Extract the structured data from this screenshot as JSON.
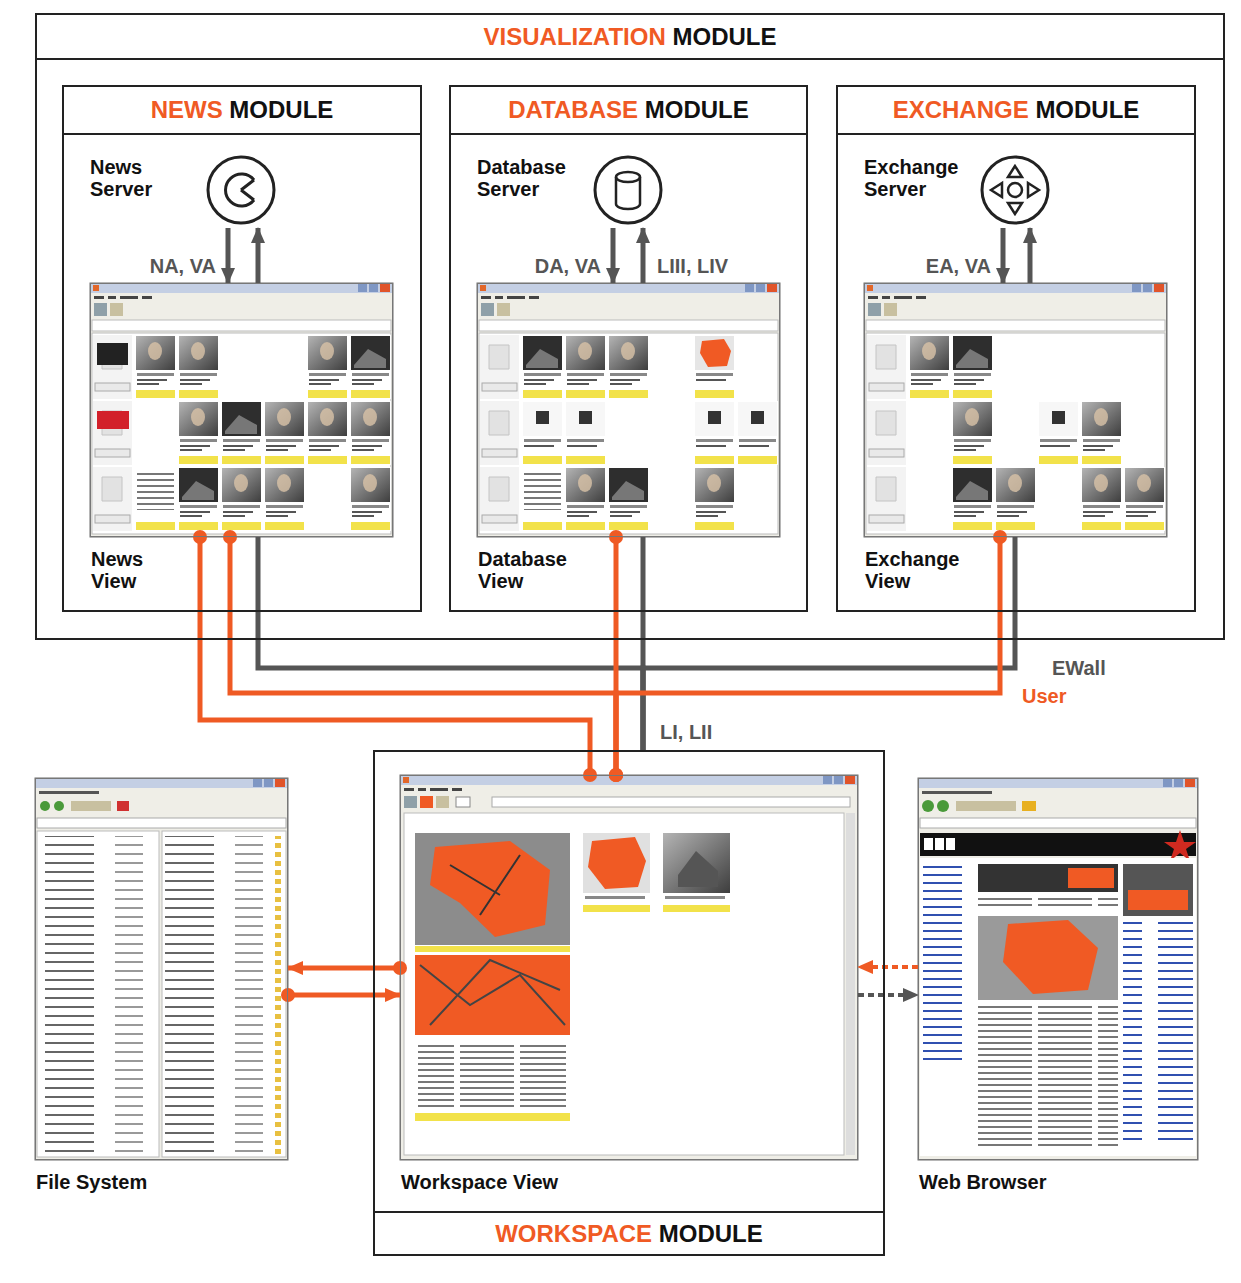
{
  "diagram": {
    "nodes": [
      {
        "text": [
          "VISUALIZATION",
          "MODULE"
        ]
      },
      {
        "text": [
          "NEWS",
          "MODULE"
        ],
        "in": 0
      },
      {
        "text": [
          "News Server"
        ],
        "in": 1
      },
      {
        "text": [
          "News View"
        ],
        "in": 1
      },
      {
        "text": [
          "DATABASE",
          "MODULE"
        ],
        "in": 0
      },
      {
        "text": [
          "Database Server"
        ],
        "in": 4
      },
      {
        "text": [
          "Database View"
        ],
        "in": 4
      },
      {
        "text": [
          "EXCHANGE",
          "MODULE"
        ],
        "in": 0
      },
      {
        "text": [
          "Exchange Server"
        ],
        "in": 7
      },
      {
        "text": [
          "Exchange View"
        ],
        "in": 7
      },
      {
        "text": [
          "WORKSPACE",
          "MODULE"
        ]
      },
      {
        "text": [
          "Workspace View"
        ],
        "in": 10
      },
      {
        "text": [
          "File System"
        ]
      },
      {
        "text": [
          "Web Browser"
        ]
      }
    ],
    "edges": [
      {
        "from": 2,
        "to": 3,
        "label": "NA, VA",
        "arrow": "to"
      },
      {
        "from": 3,
        "to": 2,
        "arrow": "to"
      },
      {
        "from": 5,
        "to": 6,
        "label": "DA, VA",
        "arrow": "to"
      },
      {
        "from": 6,
        "to": 5,
        "label": "LIII, LIV",
        "arrow": "to"
      },
      {
        "from": 8,
        "to": 9,
        "label": "EA, VA",
        "arrow": "to"
      },
      {
        "from": 9,
        "to": 8,
        "arrow": "to"
      },
      {
        "from": 3,
        "to": 10,
        "arrow": "none"
      },
      {
        "from": 6,
        "to": 10,
        "arrow": "none"
      },
      {
        "from": 9,
        "to": 10,
        "arrow": "none"
      },
      {
        "from": 3,
        "to": 11,
        "arrow": "none"
      },
      {
        "from": 3,
        "to": 11,
        "arrow": "none"
      },
      {
        "from": 6,
        "to": 11,
        "arrow": "none"
      },
      {
        "from": 9,
        "to": 11,
        "arrow": "none"
      },
      {
        "from": 11,
        "to": 12,
        "arrow": "to"
      },
      {
        "from": 12,
        "to": 11,
        "arrow": "to"
      },
      {
        "from": 13,
        "to": 11,
        "arrow": "to"
      },
      {
        "from": 11,
        "to": 13,
        "arrow": "to"
      }
    ],
    "labels": [
      "EWall",
      "User",
      "LI, LII"
    ]
  }
}
